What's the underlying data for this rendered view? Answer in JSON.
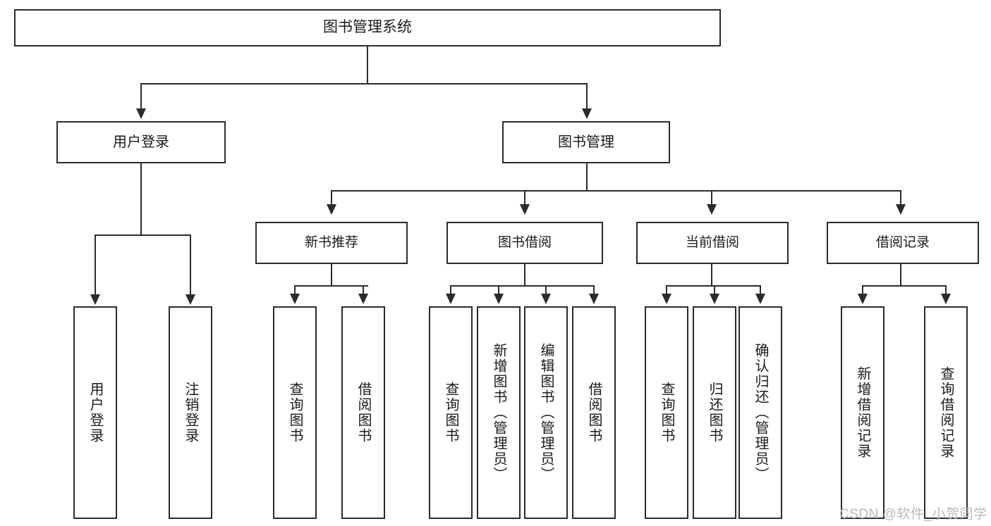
{
  "diagram": {
    "title": "图书管理系统",
    "type": "tree",
    "root": {
      "id": "root",
      "label": "图书管理系统"
    },
    "level1": [
      {
        "id": "user-login",
        "label": "用户登录"
      },
      {
        "id": "book-manage",
        "label": "图书管理"
      }
    ],
    "level2": [
      {
        "id": "new-book-recommend",
        "label": "新书推荐",
        "parent": "book-manage"
      },
      {
        "id": "book-borrow",
        "label": "图书借阅",
        "parent": "book-manage"
      },
      {
        "id": "current-borrow",
        "label": "当前借阅",
        "parent": "book-manage"
      },
      {
        "id": "borrow-record",
        "label": "借阅记录",
        "parent": "book-manage"
      }
    ],
    "leaves": [
      {
        "id": "leaf-user-login",
        "label": "用户登录",
        "parent": "user-login"
      },
      {
        "id": "leaf-user-logout",
        "label": "注销登录",
        "parent": "user-login"
      },
      {
        "id": "leaf-query-book-1",
        "label": "查询图书",
        "parent": "new-book-recommend"
      },
      {
        "id": "leaf-borrow-book-1",
        "label": "借阅图书",
        "parent": "new-book-recommend"
      },
      {
        "id": "leaf-query-book-2",
        "label": "查询图书",
        "parent": "book-borrow"
      },
      {
        "id": "leaf-add-book",
        "label": "新增图书（管理员）",
        "parent": "book-borrow"
      },
      {
        "id": "leaf-edit-book",
        "label": "编辑图书（管理员）",
        "parent": "book-borrow"
      },
      {
        "id": "leaf-borrow-book-2",
        "label": "借阅图书",
        "parent": "book-borrow"
      },
      {
        "id": "leaf-query-book-3",
        "label": "查询图书",
        "parent": "current-borrow"
      },
      {
        "id": "leaf-return-book",
        "label": "归还图书",
        "parent": "current-borrow"
      },
      {
        "id": "leaf-confirm-return",
        "label": "确认归还（管理员）",
        "parent": "current-borrow"
      },
      {
        "id": "leaf-add-record",
        "label": "新增借阅记录",
        "parent": "borrow-record"
      },
      {
        "id": "leaf-query-record",
        "label": "查询借阅记录",
        "parent": "borrow-record"
      }
    ],
    "colors": {
      "line": "#2b2b2b",
      "box_fill": "#ffffff",
      "text": "#1b1b1b",
      "watermark": "#b9b9b9"
    }
  },
  "watermark": {
    "text": "CSDN @软件_小贺同学"
  }
}
